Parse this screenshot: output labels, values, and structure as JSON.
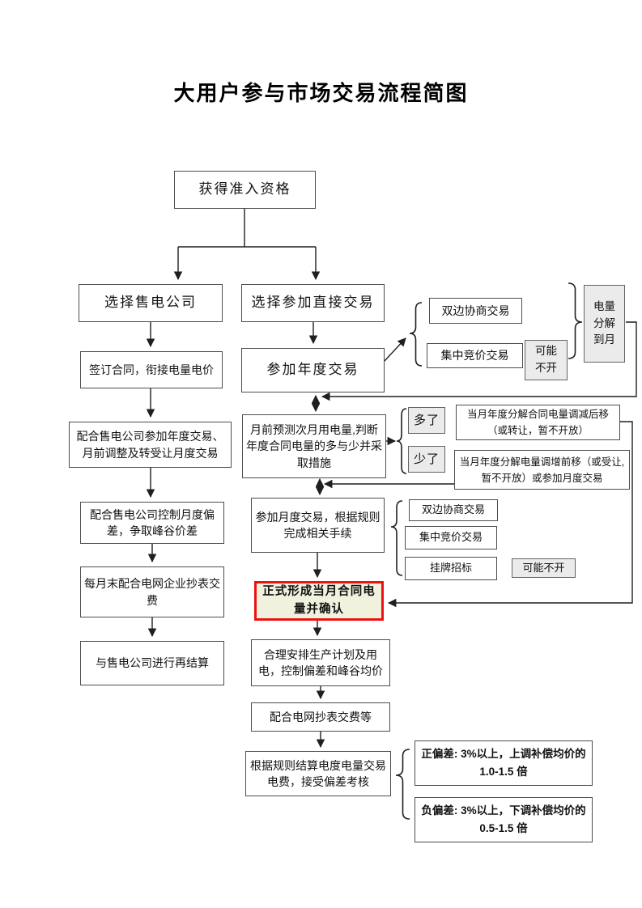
{
  "title": "大用户参与市场交易流程简图",
  "nodes": {
    "qualify": "获得准入资格",
    "choose_retail": "选择售电公司",
    "choose_direct": "选择参加直接交易",
    "sign_contract": "签订合同，衔接电量电价",
    "annual_trade": "参加年度交易",
    "bilateral1": "双边协商交易",
    "bidding1": "集中竞价交易",
    "maybe_closed1": "可能不开",
    "decompose": "电量分解到月",
    "coop_annual": "配合售电公司参加年度交易、月前调整及转受让月度交易",
    "forecast": "月前预测次月用电量,判断年度合同电量的多与少并采取措施",
    "more": "多了",
    "less": "少了",
    "more_action": "当月年度分解合同电量调减后移（或转让，暂不开放）",
    "less_action": "当月年度分解电量调增前移（或受让,暂不开放）或参加月度交易",
    "coop_monthly": "配合售电公司控制月度偏差，争取峰谷价差",
    "monthly_trade": "参加月度交易，根据规则完成相关手续",
    "bilateral2": "双边协商交易",
    "bidding2": "集中竞价交易",
    "listing": "挂牌招标",
    "maybe_closed2": "可能不开",
    "meter_monthly": "每月末配合电网企业抄表交费",
    "confirm": "正式形成当月合同电量并确认",
    "resettle": "与售电公司进行再结算",
    "arrange": "合理安排生产计划及用电，控制偏差和峰谷均价",
    "meter_pay": "配合电网抄表交费等",
    "settle": "根据规则结算电度电量交易电费，接受偏差考核",
    "pos_dev": "正偏差: 3%以上，上调补偿均价的 1.0-1.5 倍",
    "neg_dev": "负偏差: 3%以上，下调补偿均价的 0.5-1.5 倍"
  },
  "colors": {
    "box_border": "#4d4d4d",
    "shaded_fill": "#ebebeb",
    "highlight_border": "#ee1111",
    "highlight_fill": "#f0f2de",
    "line": "#1f1f1f"
  }
}
